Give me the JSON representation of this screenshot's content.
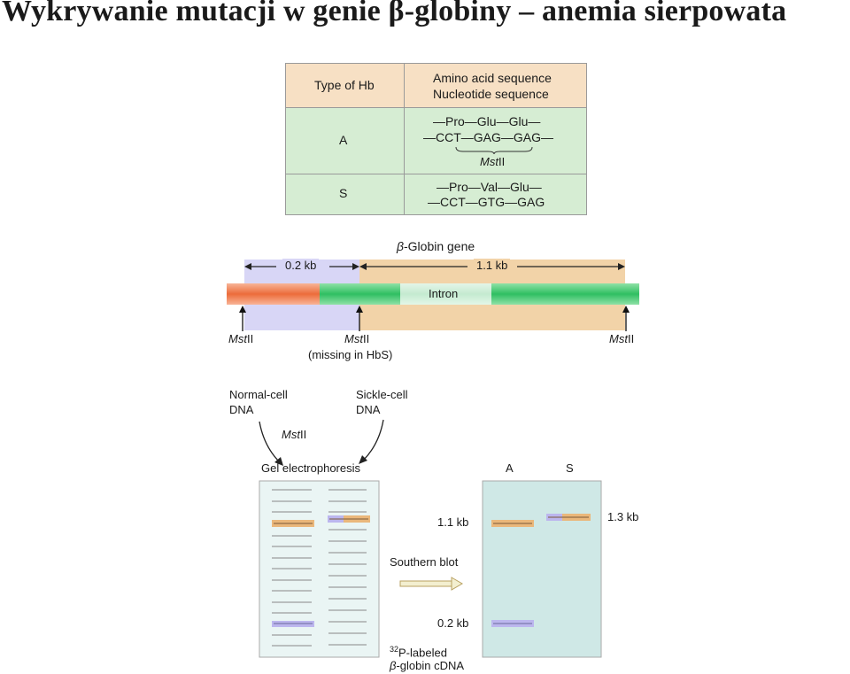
{
  "title": "Wykrywanie mutacji w genie β-globiny – anemia sierpowata",
  "table": {
    "col1_header": "Type of Hb",
    "col2_header_line1": "Amino acid sequence",
    "col2_header_line2": "Nucleotide sequence",
    "row_a": {
      "type": "A",
      "amino": "—Pro—Glu—Glu—",
      "nucleotide": "—CCT—GAG—GAG—",
      "enzyme": "Mst",
      "enzyme_suffix": "II"
    },
    "row_s": {
      "type": "S",
      "amino": "—Pro—Val—Glu—",
      "nucleotide": "—CCT—GTG—GAG"
    }
  },
  "gene_map": {
    "gene_label_prefix": "β",
    "gene_label": "-Globin gene",
    "span_left": "0.2 kb",
    "span_right": "1.1 kb",
    "intron": "Intron",
    "site_left_a": "Mst",
    "site_left_b": "II",
    "site_mid_a": "Mst",
    "site_mid_b": "II",
    "site_mid_note": "(missing in HbS)",
    "site_right_a": "Mst",
    "site_right_b": "II"
  },
  "process": {
    "normal_line1": "Normal-cell",
    "normal_line2": "DNA",
    "sickle_line1": "Sickle-cell",
    "sickle_line2": "DNA",
    "enzyme_a": "Mst",
    "enzyme_b": "II",
    "gel_label": "Gel electrophoresis",
    "southern": "Southern blot",
    "probe_sup": "32",
    "probe_line1": "P-labeled",
    "probe_line2_prefix": "β",
    "probe_line2": "-globin cDNA",
    "lane_a": "A",
    "lane_s": "S",
    "band_11": "1.1 kb",
    "band_02": "0.2 kb",
    "band_13": "1.3 kb"
  },
  "colors": {
    "table_header": "#f7e0c4",
    "table_body": "#d6edd3",
    "region_small": "#d8d6f6",
    "region_large": "#f2d3a8",
    "exon_green": "#3fc66c",
    "exon_orange": "#ee7a4a",
    "band_orange": "#eab77b",
    "band_violet": "#bcb6ee",
    "gel_bg": "#cfe8e6"
  }
}
